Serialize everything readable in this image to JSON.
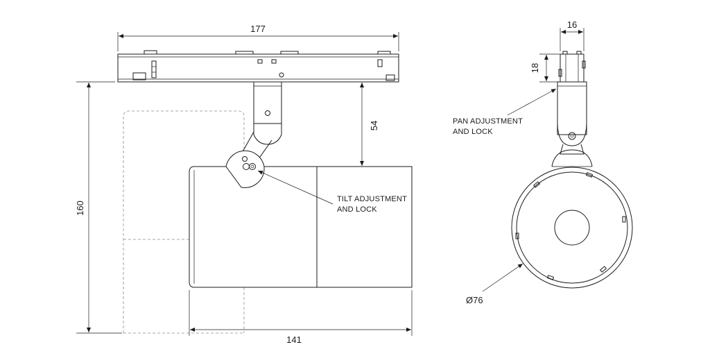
{
  "dimensions": {
    "width_track": "177",
    "height_total": "160",
    "drop_54": "54",
    "length_141": "141",
    "side_width": "16",
    "side_height": "18",
    "diameter": "Ø76"
  },
  "annotations": {
    "tilt_line1": "TILT ADJUSTMENT",
    "tilt_line2": "AND LOCK",
    "pan_line1": "PAN ADJUSTMENT",
    "pan_line2": "AND LOCK"
  },
  "colors": {
    "line": "#1a1a1a",
    "hidden": "#8a8a8a",
    "background": "#ffffff"
  }
}
